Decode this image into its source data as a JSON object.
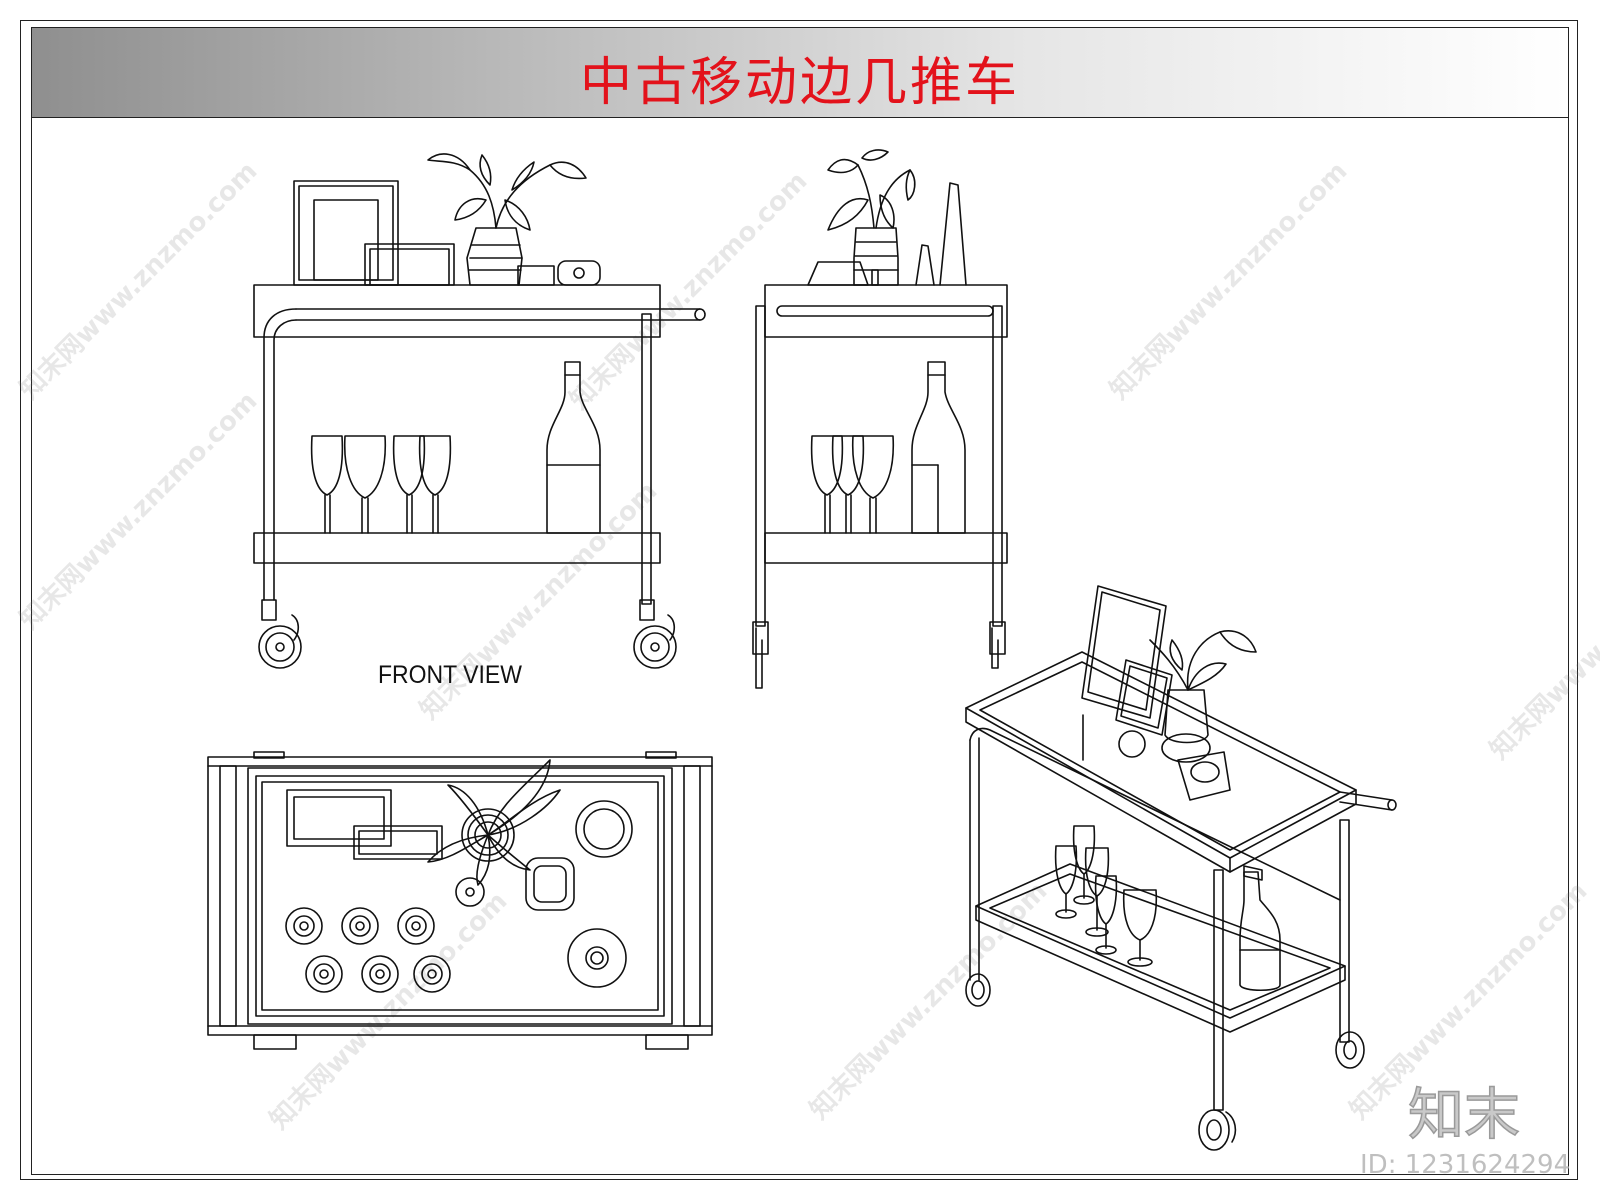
{
  "title": "中古移动边几推车",
  "views": {
    "front_label": "FRONT VIEW"
  },
  "watermark_text": "知末网www.znzmo.com",
  "brand": {
    "logo": "知末",
    "image_id": "ID: 1231624294"
  },
  "colors": {
    "title": "#e3121b",
    "line": "#111111",
    "title_bar_gradient": [
      "#8f8f8f",
      "#ffffff"
    ]
  }
}
